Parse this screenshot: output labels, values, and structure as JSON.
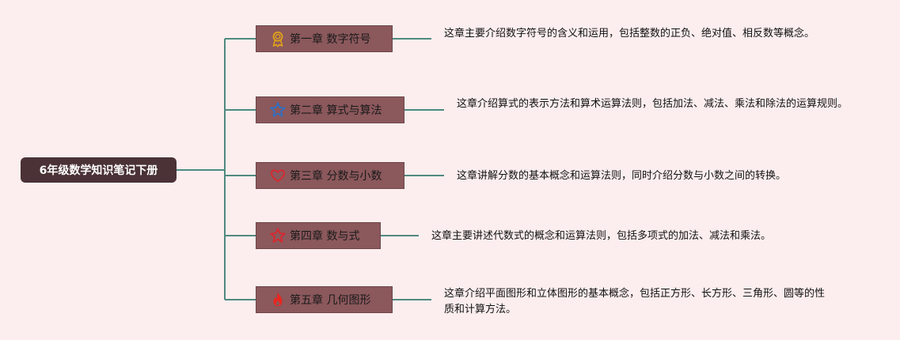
{
  "root": {
    "label": "6年级数学知识笔记下册"
  },
  "chapters": [
    {
      "title": "第一章 数字符号",
      "icon": "award-ribbon-icon",
      "icon_color": "#e0a21a",
      "description": "这章主要介绍数字符号的含义和运用，包括整数的正负、绝对值、相反数等概念。"
    },
    {
      "title": "第二章 算式与算法",
      "icon": "star-outline-icon",
      "icon_color": "#2f6fc4",
      "description": "这章介绍算式的表示方法和算术运算法则，包括加法、减法、乘法和除法的运算规则。"
    },
    {
      "title": "第三章 分数与小数",
      "icon": "heart-outline-icon",
      "icon_color": "#d9282f",
      "description": "这章讲解分数的基本概念和运算法则，同时介绍分数与小数之间的转换。"
    },
    {
      "title": "第四章 数与式",
      "icon": "star-outline-icon",
      "icon_color": "#d9282f",
      "description": "这章主要讲述代数式的概念和运算法则，包括多项式的加法、减法和乘法。"
    },
    {
      "title": "第五章 几何图形",
      "icon": "flame-icon",
      "icon_color": "#e8261f",
      "description": "这章介绍平面图形和立体图形的基本概念，包括正方形、长方形、三角形、圆等的性质和计算方法。"
    }
  ],
  "colors": {
    "background": "#fceeee",
    "connector": "#4f8a80",
    "root_fill": "#4a3236",
    "chapter_fill": "#8b585c"
  }
}
